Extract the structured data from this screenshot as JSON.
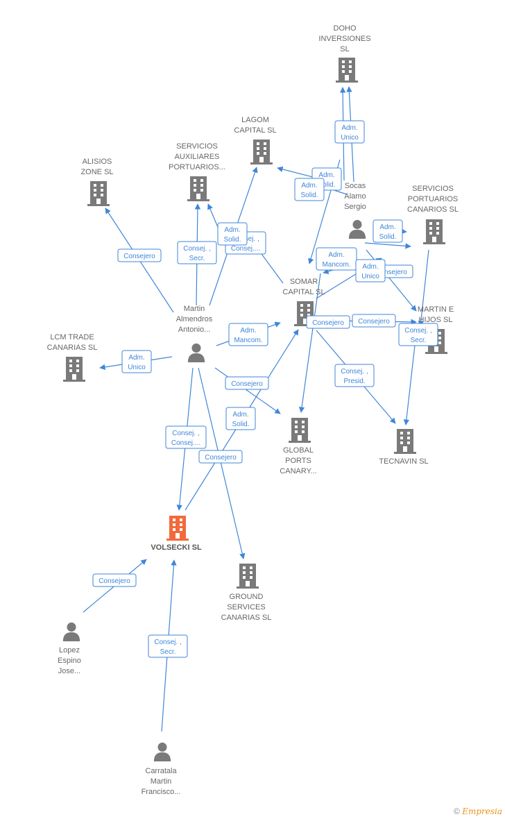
{
  "colors": {
    "edge": "#3f86d8",
    "company": "#7a7a7a",
    "highlight": "#f26a3c",
    "person": "#7a7a7a"
  },
  "nodes": [
    {
      "id": "doho",
      "type": "company",
      "lines": [
        "DOHO",
        "INVERSIONES",
        "SL"
      ]
    },
    {
      "id": "lagom",
      "type": "company",
      "lines": [
        "LAGOM",
        "CAPITAL SL"
      ]
    },
    {
      "id": "servaux",
      "type": "company",
      "lines": [
        "SERVICIOS",
        "AUXILIARES",
        "PORTUARIOS..."
      ]
    },
    {
      "id": "alisios",
      "type": "company",
      "lines": [
        "ALISIOS",
        "ZONE SL"
      ]
    },
    {
      "id": "servport",
      "type": "company",
      "lines": [
        "SERVICIOS",
        "PORTUARIOS",
        "CANARIOS SL"
      ]
    },
    {
      "id": "somar",
      "type": "company",
      "lines": [
        "SOMAR",
        "CAPITAL SL"
      ]
    },
    {
      "id": "martine",
      "type": "company",
      "lines": [
        "MARTIN E",
        "HIJOS SL"
      ]
    },
    {
      "id": "lcm",
      "type": "company",
      "lines": [
        "LCM TRADE",
        "CANARIAS SL"
      ]
    },
    {
      "id": "global",
      "type": "company",
      "lines": [
        "GLOBAL",
        "PORTS",
        "CANARY..."
      ]
    },
    {
      "id": "tecnavin",
      "type": "company",
      "lines": [
        "TECNAVIN SL"
      ]
    },
    {
      "id": "volsecki",
      "type": "company",
      "main": true,
      "lines": [
        "VOLSECKI SL"
      ]
    },
    {
      "id": "ground",
      "type": "company",
      "lines": [
        "GROUND",
        "SERVICES",
        "CANARIAS SL"
      ]
    },
    {
      "id": "socas",
      "type": "person",
      "lines": [
        "Socas",
        "Alamo",
        "Sergio"
      ]
    },
    {
      "id": "martin",
      "type": "person",
      "lines": [
        "Martin",
        "Almendros",
        "Antonio..."
      ]
    },
    {
      "id": "lopez",
      "type": "person",
      "lines": [
        "Lopez",
        "Espino",
        "Jose..."
      ]
    },
    {
      "id": "carratala",
      "type": "person",
      "lines": [
        "Carratala",
        "Martin",
        "Francisco..."
      ]
    }
  ],
  "relations": [
    {
      "id": "r1",
      "lines": [
        "Adm.",
        "Unico"
      ]
    },
    {
      "id": "r2",
      "lines": [
        "Adm.",
        "Solid."
      ]
    },
    {
      "id": "r3",
      "lines": [
        "Adm.",
        "Solid."
      ]
    },
    {
      "id": "r4",
      "lines": [
        "Adm.",
        "Solid."
      ]
    },
    {
      "id": "r5",
      "lines": [
        "Consej. ,",
        "Consej...."
      ]
    },
    {
      "id": "r6",
      "lines": [
        "Adm.",
        "Solid."
      ]
    },
    {
      "id": "r7",
      "lines": [
        "Consej. ,",
        "Secr."
      ]
    },
    {
      "id": "r8",
      "lines": [
        "Consejero"
      ]
    },
    {
      "id": "r9",
      "lines": [
        "Adm.",
        "Mancom."
      ]
    },
    {
      "id": "r10",
      "lines": [
        "Adm.",
        "Unico"
      ]
    },
    {
      "id": "r11",
      "lines": [
        "Consejero"
      ]
    },
    {
      "id": "r12",
      "lines": [
        "Adm.",
        "Mancom."
      ]
    },
    {
      "id": "r13",
      "lines": [
        "Adm.",
        "Unico"
      ]
    },
    {
      "id": "r14",
      "lines": [
        "Consejero"
      ]
    },
    {
      "id": "r15",
      "lines": [
        "Consejero"
      ]
    },
    {
      "id": "r16",
      "lines": [
        "Consej. ,",
        "Secr."
      ]
    },
    {
      "id": "r17",
      "lines": [
        "Consej. ,",
        "Presid."
      ]
    },
    {
      "id": "r18",
      "lines": [
        "Consejero"
      ]
    },
    {
      "id": "r19",
      "lines": [
        "Adm.",
        "Solid."
      ]
    },
    {
      "id": "r20",
      "lines": [
        "Consej. ,",
        "Consej...."
      ]
    },
    {
      "id": "r21",
      "lines": [
        "Consejero"
      ]
    },
    {
      "id": "r22",
      "lines": [
        "Consejero"
      ]
    },
    {
      "id": "r23",
      "lines": [
        "Consej. ,",
        "Secr."
      ]
    }
  ],
  "footer": {
    "copyright": "©",
    "brand": "Empresia"
  }
}
